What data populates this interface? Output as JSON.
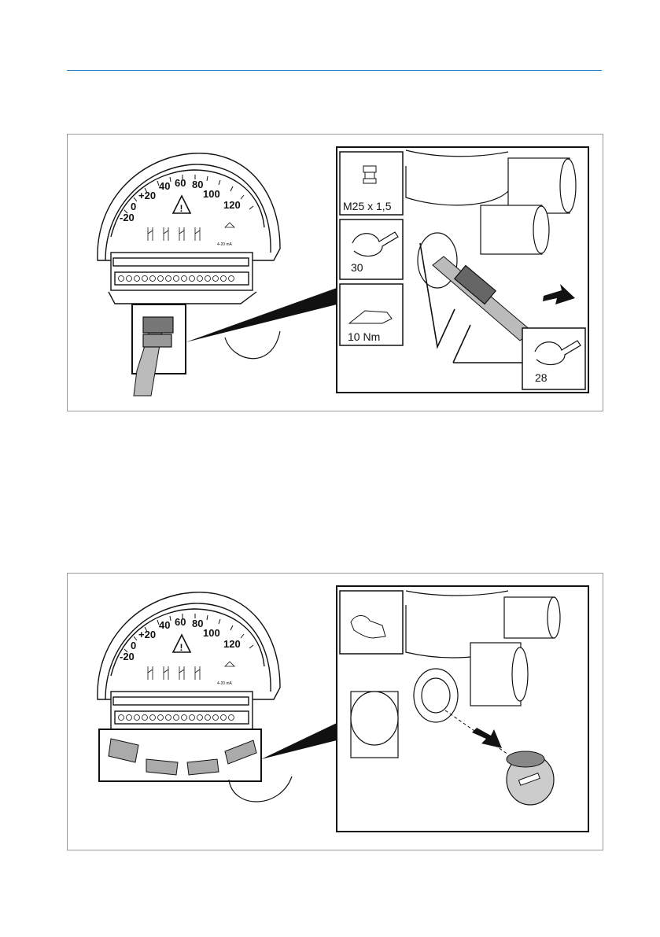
{
  "figure1": {
    "dial_ticks": [
      "-20",
      "0",
      "+20",
      "40",
      "60",
      "80",
      "100",
      "120"
    ],
    "gland_size": "M25 x 1,5",
    "wrench_30": "30",
    "torque": "10 Nm",
    "wrench_28": "28",
    "current_label": "4-20 mA"
  },
  "figure2": {
    "dial_ticks": [
      "-20",
      "0",
      "+20",
      "40",
      "60",
      "80",
      "100",
      "120"
    ],
    "current_label": "4-20 mA"
  }
}
